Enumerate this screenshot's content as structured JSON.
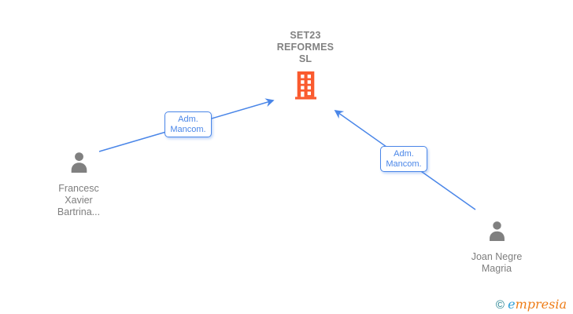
{
  "diagram_type": "corporate-relationship-graph",
  "company": {
    "name": "SET23 REFORMES SL",
    "icon": "building-icon"
  },
  "people": [
    {
      "name": "Francesc Xavier Bartrina...",
      "icon": "person-icon"
    },
    {
      "name": "Joan Negre Magria",
      "icon": "person-icon"
    }
  ],
  "relationships": [
    {
      "label": "Adm. Mancom.",
      "from": "Francesc Xavier Bartrina...",
      "to": "SET23 REFORMES SL",
      "direction": "person-to-company"
    },
    {
      "label": "Adm. Mancom.",
      "from": "Joan Negre Magria",
      "to": "SET23 REFORMES SL",
      "direction": "person-to-company"
    }
  ],
  "watermark": {
    "copyright": "©",
    "brand_initial": "e",
    "brand_rest": "mpresia"
  },
  "colors": {
    "edge_blue": "#4a86e8",
    "edge_label_text": "#4a86e8",
    "edge_label_border": "#4a86e8",
    "company_icon_orange": "#fa5a2e",
    "person_icon_gray": "#808080",
    "company_text_gray": "#818181",
    "person_text_gray": "#7e7e7e",
    "watermark_copyright_teal": "#1e7f8e",
    "watermark_e_blue": "#2d9fd8",
    "watermark_rest_orange": "#ee7d18",
    "background": "#ffffff"
  }
}
